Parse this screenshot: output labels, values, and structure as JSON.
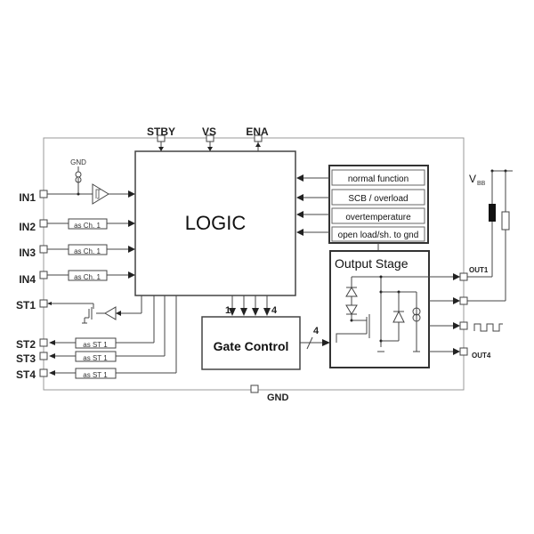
{
  "diagram": {
    "inputs": [
      {
        "label": "IN1"
      },
      {
        "label": "IN2",
        "block": "as Ch. 1"
      },
      {
        "label": "IN3",
        "block": "as Ch. 1"
      },
      {
        "label": "IN4",
        "block": "as Ch. 1"
      }
    ],
    "status_pins": [
      {
        "label": "ST1"
      },
      {
        "label": "ST2",
        "block": "as ST 1"
      },
      {
        "label": "ST3",
        "block": "as ST 1"
      },
      {
        "label": "ST4",
        "block": "as ST 1"
      }
    ],
    "top_pins": [
      "STBY",
      "VS",
      "ENA"
    ],
    "gnd_label": "GND",
    "gnd_small": "GND",
    "logic_label": "LOGIC",
    "gate_control_label": "Gate Control",
    "gate_bus": {
      "first": "1",
      "last": "4",
      "width": "4"
    },
    "status_flags": [
      "normal function",
      "SCB / overload",
      "overtemperature",
      "open load/sh. to gnd"
    ],
    "output_stage_label": "Output Stage",
    "outputs": {
      "first": "OUT1",
      "last": "OUT4"
    },
    "supply": {
      "main": "V",
      "sub": "BB"
    }
  }
}
